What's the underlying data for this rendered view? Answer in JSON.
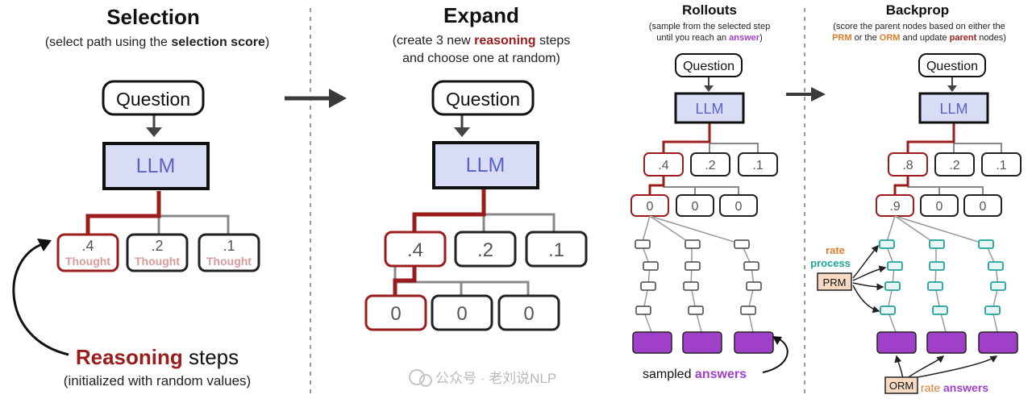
{
  "selection": {
    "title": "Selection",
    "sub_pre": "(select path using the ",
    "sub_bold": "selection score",
    "sub_post": ")",
    "question": "Question",
    "llm": "LLM",
    "children": [
      ".4",
      ".2",
      ".1"
    ],
    "thought": "Thought",
    "reasoning_red": "Reasoning",
    "reasoning_rest": " steps",
    "reasoning_sub": "(initialized with random values)"
  },
  "expand": {
    "title": "Expand",
    "sub1_pre": "(create 3 new ",
    "sub1_bold": "reasoning",
    "sub1_post": " steps",
    "sub2": "and choose one at random)",
    "question": "Question",
    "llm": "LLM",
    "children": [
      ".4",
      ".2",
      ".1"
    ],
    "grandchildren": [
      "0",
      "0",
      "0"
    ]
  },
  "rollouts": {
    "title": "Rollouts",
    "sub1": "(sample from the selected step",
    "sub2_pre": "until you reach an ",
    "sub2_bold": "answer",
    "sub2_post": ")",
    "question": "Question",
    "llm": "LLM",
    "children": [
      ".4",
      ".2",
      ".1"
    ],
    "grandchildren": [
      "0",
      "0",
      "0"
    ],
    "sampled_pre": "sampled ",
    "sampled_bold": "answers"
  },
  "backprop": {
    "title": "Backprop",
    "sub1": "(score the parent nodes based on either the",
    "sub2_a": "PRM",
    "sub2_b": " or the ",
    "sub2_c": "ORM",
    "sub2_d": " and update ",
    "sub2_e": "parent",
    "sub2_f": " nodes)",
    "question": "Question",
    "llm": "LLM",
    "children": [
      ".8",
      ".2",
      ".1"
    ],
    "grandchildren": [
      ".9",
      "0",
      "0"
    ],
    "rate_label": "rate",
    "process_label": "process",
    "prm": "PRM",
    "orm": "ORM",
    "rate_answers_pre": "rate ",
    "rate_answers_bold": "answers"
  },
  "watermark": "公众号 · 老刘说NLP",
  "colors": {
    "red": "#9b1c1c",
    "llm_fill": "#d8dcf4",
    "purple": "#a040c8",
    "teal": "#1fa39a",
    "orange": "#e07b2a"
  }
}
